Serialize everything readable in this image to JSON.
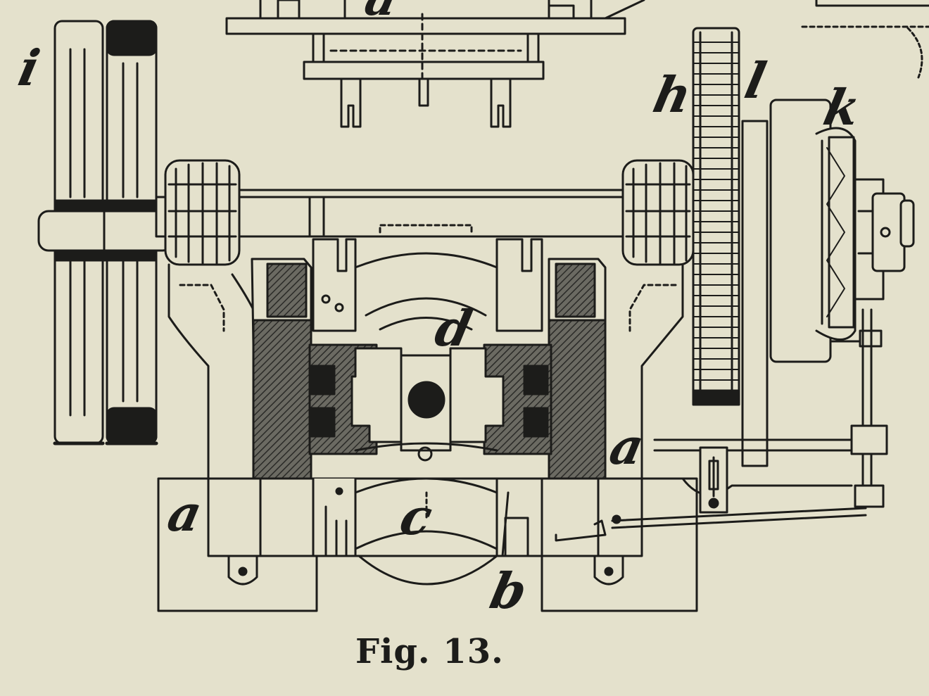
{
  "figure": {
    "caption": "Fig. 13.",
    "labels": {
      "a_left": "a",
      "a_right": "a",
      "a_top": "a",
      "b": "b",
      "c": "c",
      "d": "d",
      "h": "h",
      "i": "i",
      "k": "k",
      "l": "l"
    }
  },
  "colors": {
    "paper": "#e4e1cc",
    "ink": "#1c1c1a",
    "bleed_through": "#b9b7a4"
  }
}
